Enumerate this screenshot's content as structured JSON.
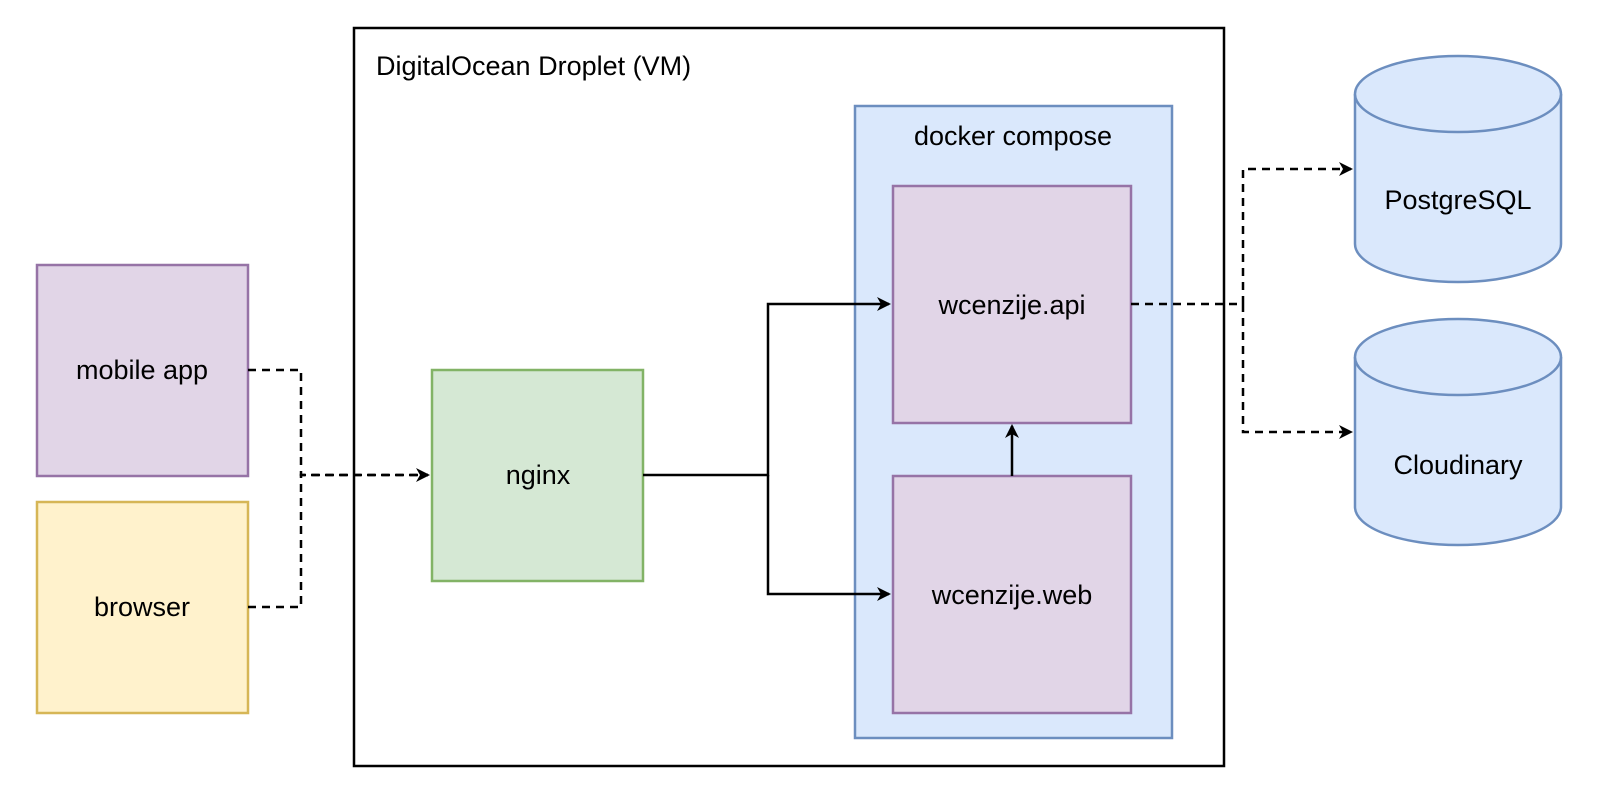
{
  "container": {
    "droplet_label": "DigitalOcean Droplet (VM)",
    "compose_label": "docker compose"
  },
  "nodes": {
    "mobile_app": "mobile app",
    "browser": "browser",
    "nginx": "nginx",
    "api": "wcenzije.api",
    "web": "wcenzije.web",
    "postgres": "PostgreSQL",
    "cloudinary": "Cloudinary"
  },
  "colors": {
    "purple_fill": "#e1d5e7",
    "purple_stroke": "#9673a6",
    "yellow_fill": "#fff2cc",
    "yellow_stroke": "#d6b656",
    "green_fill": "#d5e8d4",
    "green_stroke": "#82b366",
    "blue_fill": "#dae8fc",
    "blue_stroke": "#6c8ebf",
    "edge": "#000000"
  },
  "edges": [
    {
      "from": "mobile app",
      "to": "nginx",
      "style": "dashed"
    },
    {
      "from": "browser",
      "to": "nginx",
      "style": "dashed"
    },
    {
      "from": "nginx",
      "to": "wcenzije.api",
      "style": "solid"
    },
    {
      "from": "nginx",
      "to": "wcenzije.web",
      "style": "solid"
    },
    {
      "from": "wcenzije.web",
      "to": "wcenzije.api",
      "style": "solid"
    },
    {
      "from": "wcenzije.api",
      "to": "PostgreSQL",
      "style": "dashed"
    },
    {
      "from": "wcenzije.api",
      "to": "Cloudinary",
      "style": "dashed"
    }
  ]
}
